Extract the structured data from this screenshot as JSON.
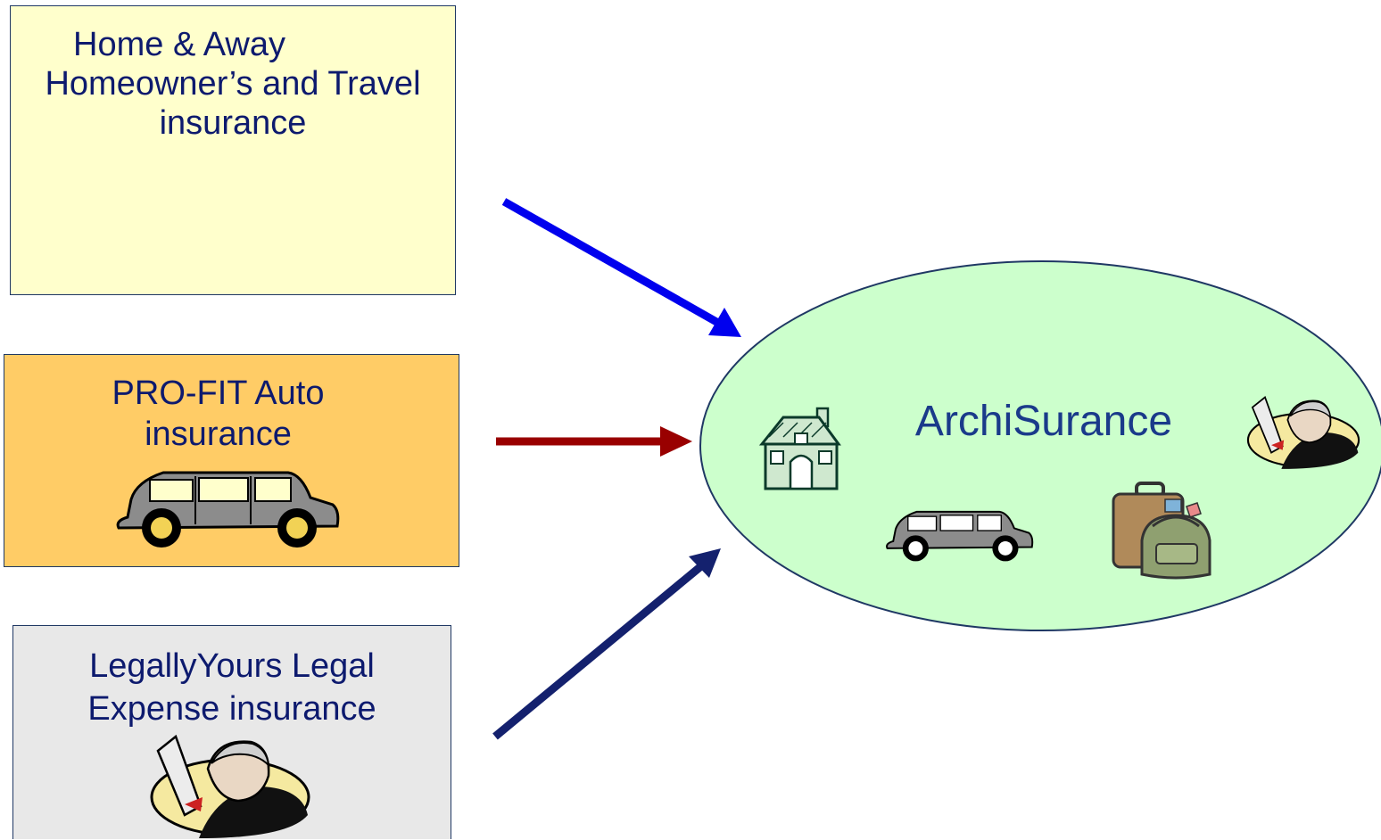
{
  "boxes": {
    "home": {
      "line1": "Home & Away",
      "line2": "Homeowner’s and Travel",
      "line3": "insurance"
    },
    "auto": {
      "line1": "PRO-FIT Auto",
      "line2": "insurance"
    },
    "legal": {
      "line1": "LegallyYours Legal",
      "line2": "Expense insurance"
    }
  },
  "target": {
    "title": "ArchiSurance"
  },
  "colors": {
    "home_fill": "#ffffcc",
    "auto_fill": "#ffcc66",
    "legal_fill": "#e8e8e8",
    "ellipse_fill": "#ccffcc",
    "arrow_home": "#0000ee",
    "arrow_auto": "#990000",
    "arrow_legal": "#14216e",
    "text": "#0d1a6e"
  },
  "icons": [
    "house-icon",
    "car-icon",
    "luggage-icon",
    "lawyer-icon"
  ]
}
